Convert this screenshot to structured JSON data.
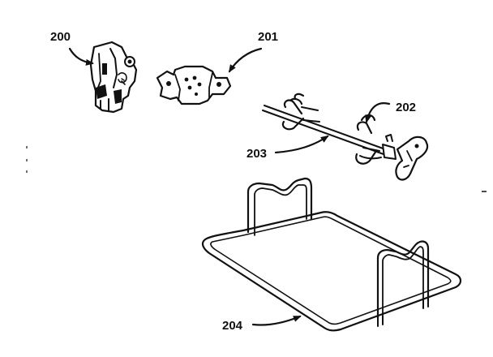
{
  "colors": {
    "ink": "#111111",
    "background": "#ffffff"
  },
  "parts": [
    {
      "id": "200",
      "label": "200"
    },
    {
      "id": "201",
      "label": "201"
    },
    {
      "id": "202",
      "label": "202"
    },
    {
      "id": "203",
      "label": "203"
    },
    {
      "id": "204",
      "label": "204"
    }
  ]
}
